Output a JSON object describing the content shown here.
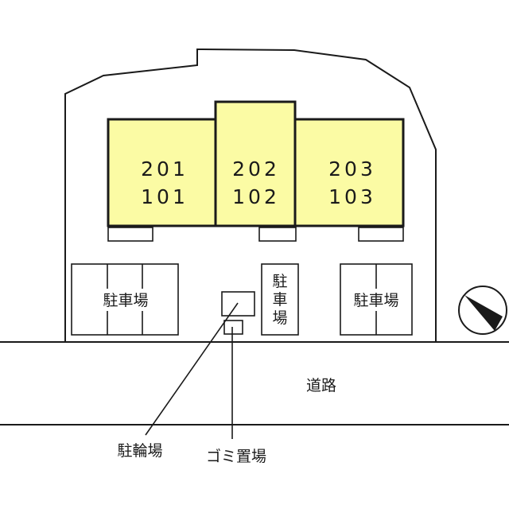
{
  "building": {
    "color": "#fbfba4",
    "units": [
      {
        "upper": "201",
        "lower": "101"
      },
      {
        "upper": "202",
        "lower": "102"
      },
      {
        "upper": "203",
        "lower": "103"
      }
    ]
  },
  "labels": {
    "parking": "駐車場",
    "parking_vertical": [
      "駐",
      "車",
      "場"
    ],
    "road": "道路",
    "bicycle_parking": "駐輪場",
    "garbage_area": "ゴミ置場"
  },
  "north_arrow_icon": "compass-north-arrow-icon"
}
